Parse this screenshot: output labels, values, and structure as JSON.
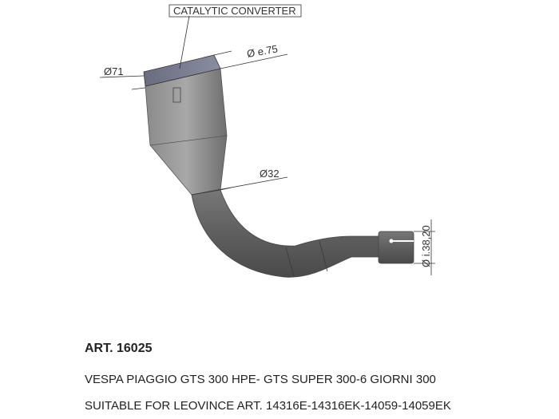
{
  "drawing": {
    "callout": "CATALYTIC CONVERTER",
    "dim_inlet": "Ø71",
    "dim_outer": "Ø e.75",
    "dim_mid": "Ø32",
    "dim_outlet": "Ø i.38,20"
  },
  "caption": {
    "article": "ART. 16025",
    "model": "VESPA PIAGGIO GTS 300 HPE- GTS SUPER 300-6 GIORNI 300",
    "suitable": "SUITABLE FOR LEOVINCE  ART. 14316E-14316EK-14059-14059EK"
  }
}
